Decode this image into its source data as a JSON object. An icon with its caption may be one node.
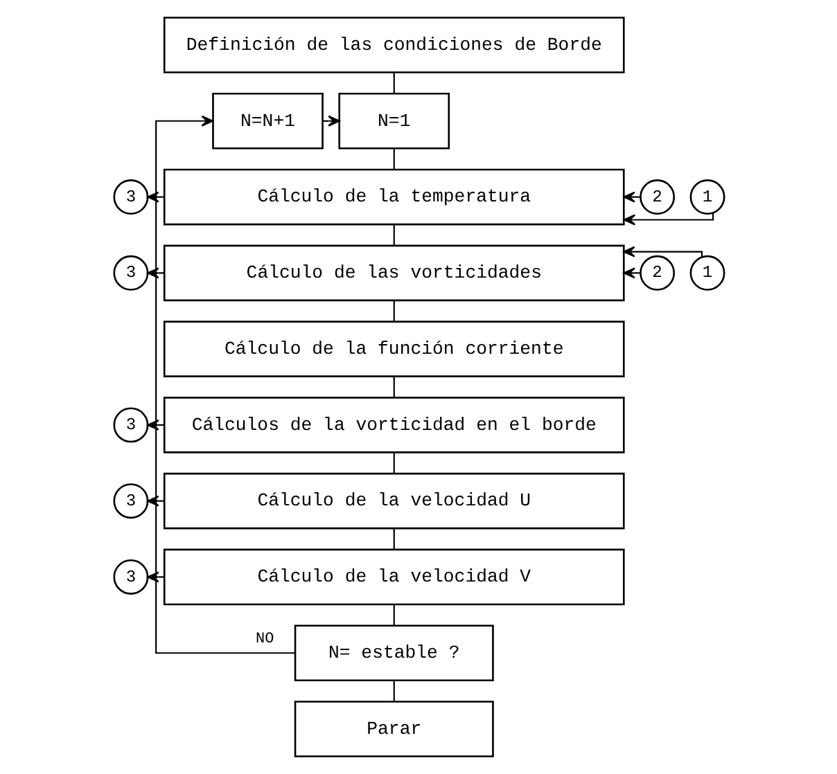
{
  "diagram": {
    "nodes": [
      {
        "text": [
          "Definición de las condiciones de Borde"
        ]
      },
      {
        "text": [
          "N=N+1"
        ]
      },
      {
        "text": [
          "N=1"
        ]
      },
      {
        "text": [
          "Cálculo de la temperatura"
        ]
      },
      {
        "text": [
          "Cálculo de las vorticidades"
        ]
      },
      {
        "text": [
          "Cálculo de la función corriente"
        ]
      },
      {
        "text": [
          "Cálculos de la vorticidad en el borde"
        ]
      },
      {
        "text": [
          "Cálculo de la velocidad U"
        ]
      },
      {
        "text": [
          "Cálculo de la velocidad V"
        ]
      },
      {
        "text": [
          "N= estable ?"
        ]
      },
      {
        "text": [
          "Parar"
        ]
      },
      {
        "text": [
          "3"
        ]
      },
      {
        "text": [
          "1"
        ]
      },
      {
        "text": [
          "2"
        ]
      },
      {
        "text": [
          "3"
        ]
      },
      {
        "text": [
          "1"
        ]
      },
      {
        "text": [
          "2"
        ]
      },
      {
        "text": [
          "3"
        ]
      },
      {
        "text": [
          "3"
        ]
      },
      {
        "text": [
          "3"
        ]
      }
    ],
    "edges": [
      {
        "from": 0,
        "to": 2,
        "arrow": "none"
      },
      {
        "from": 1,
        "to": 2,
        "arrow": "to"
      },
      {
        "from": 2,
        "to": 3,
        "arrow": "none"
      },
      {
        "from": 3,
        "to": 4,
        "arrow": "none"
      },
      {
        "from": 4,
        "to": 5,
        "arrow": "none"
      },
      {
        "from": 5,
        "to": 6,
        "arrow": "none"
      },
      {
        "from": 6,
        "to": 7,
        "arrow": "none"
      },
      {
        "from": 7,
        "to": 8,
        "arrow": "none"
      },
      {
        "from": 8,
        "to": 9,
        "arrow": "none"
      },
      {
        "from": 9,
        "to": 10,
        "arrow": "none"
      },
      {
        "from": 9,
        "to": 1,
        "arrow": "to",
        "label": "NO"
      },
      {
        "from": 3,
        "to": 11,
        "arrow": "to"
      },
      {
        "from": 12,
        "to": 3,
        "arrow": "to"
      },
      {
        "from": 13,
        "to": 3,
        "arrow": "to"
      },
      {
        "from": 4,
        "to": 14,
        "arrow": "to"
      },
      {
        "from": 15,
        "to": 4,
        "arrow": "to"
      },
      {
        "from": 16,
        "to": 4,
        "arrow": "to"
      },
      {
        "from": 6,
        "to": 17,
        "arrow": "to"
      },
      {
        "from": 7,
        "to": 18,
        "arrow": "to"
      },
      {
        "from": 8,
        "to": 19,
        "arrow": "to"
      }
    ]
  }
}
